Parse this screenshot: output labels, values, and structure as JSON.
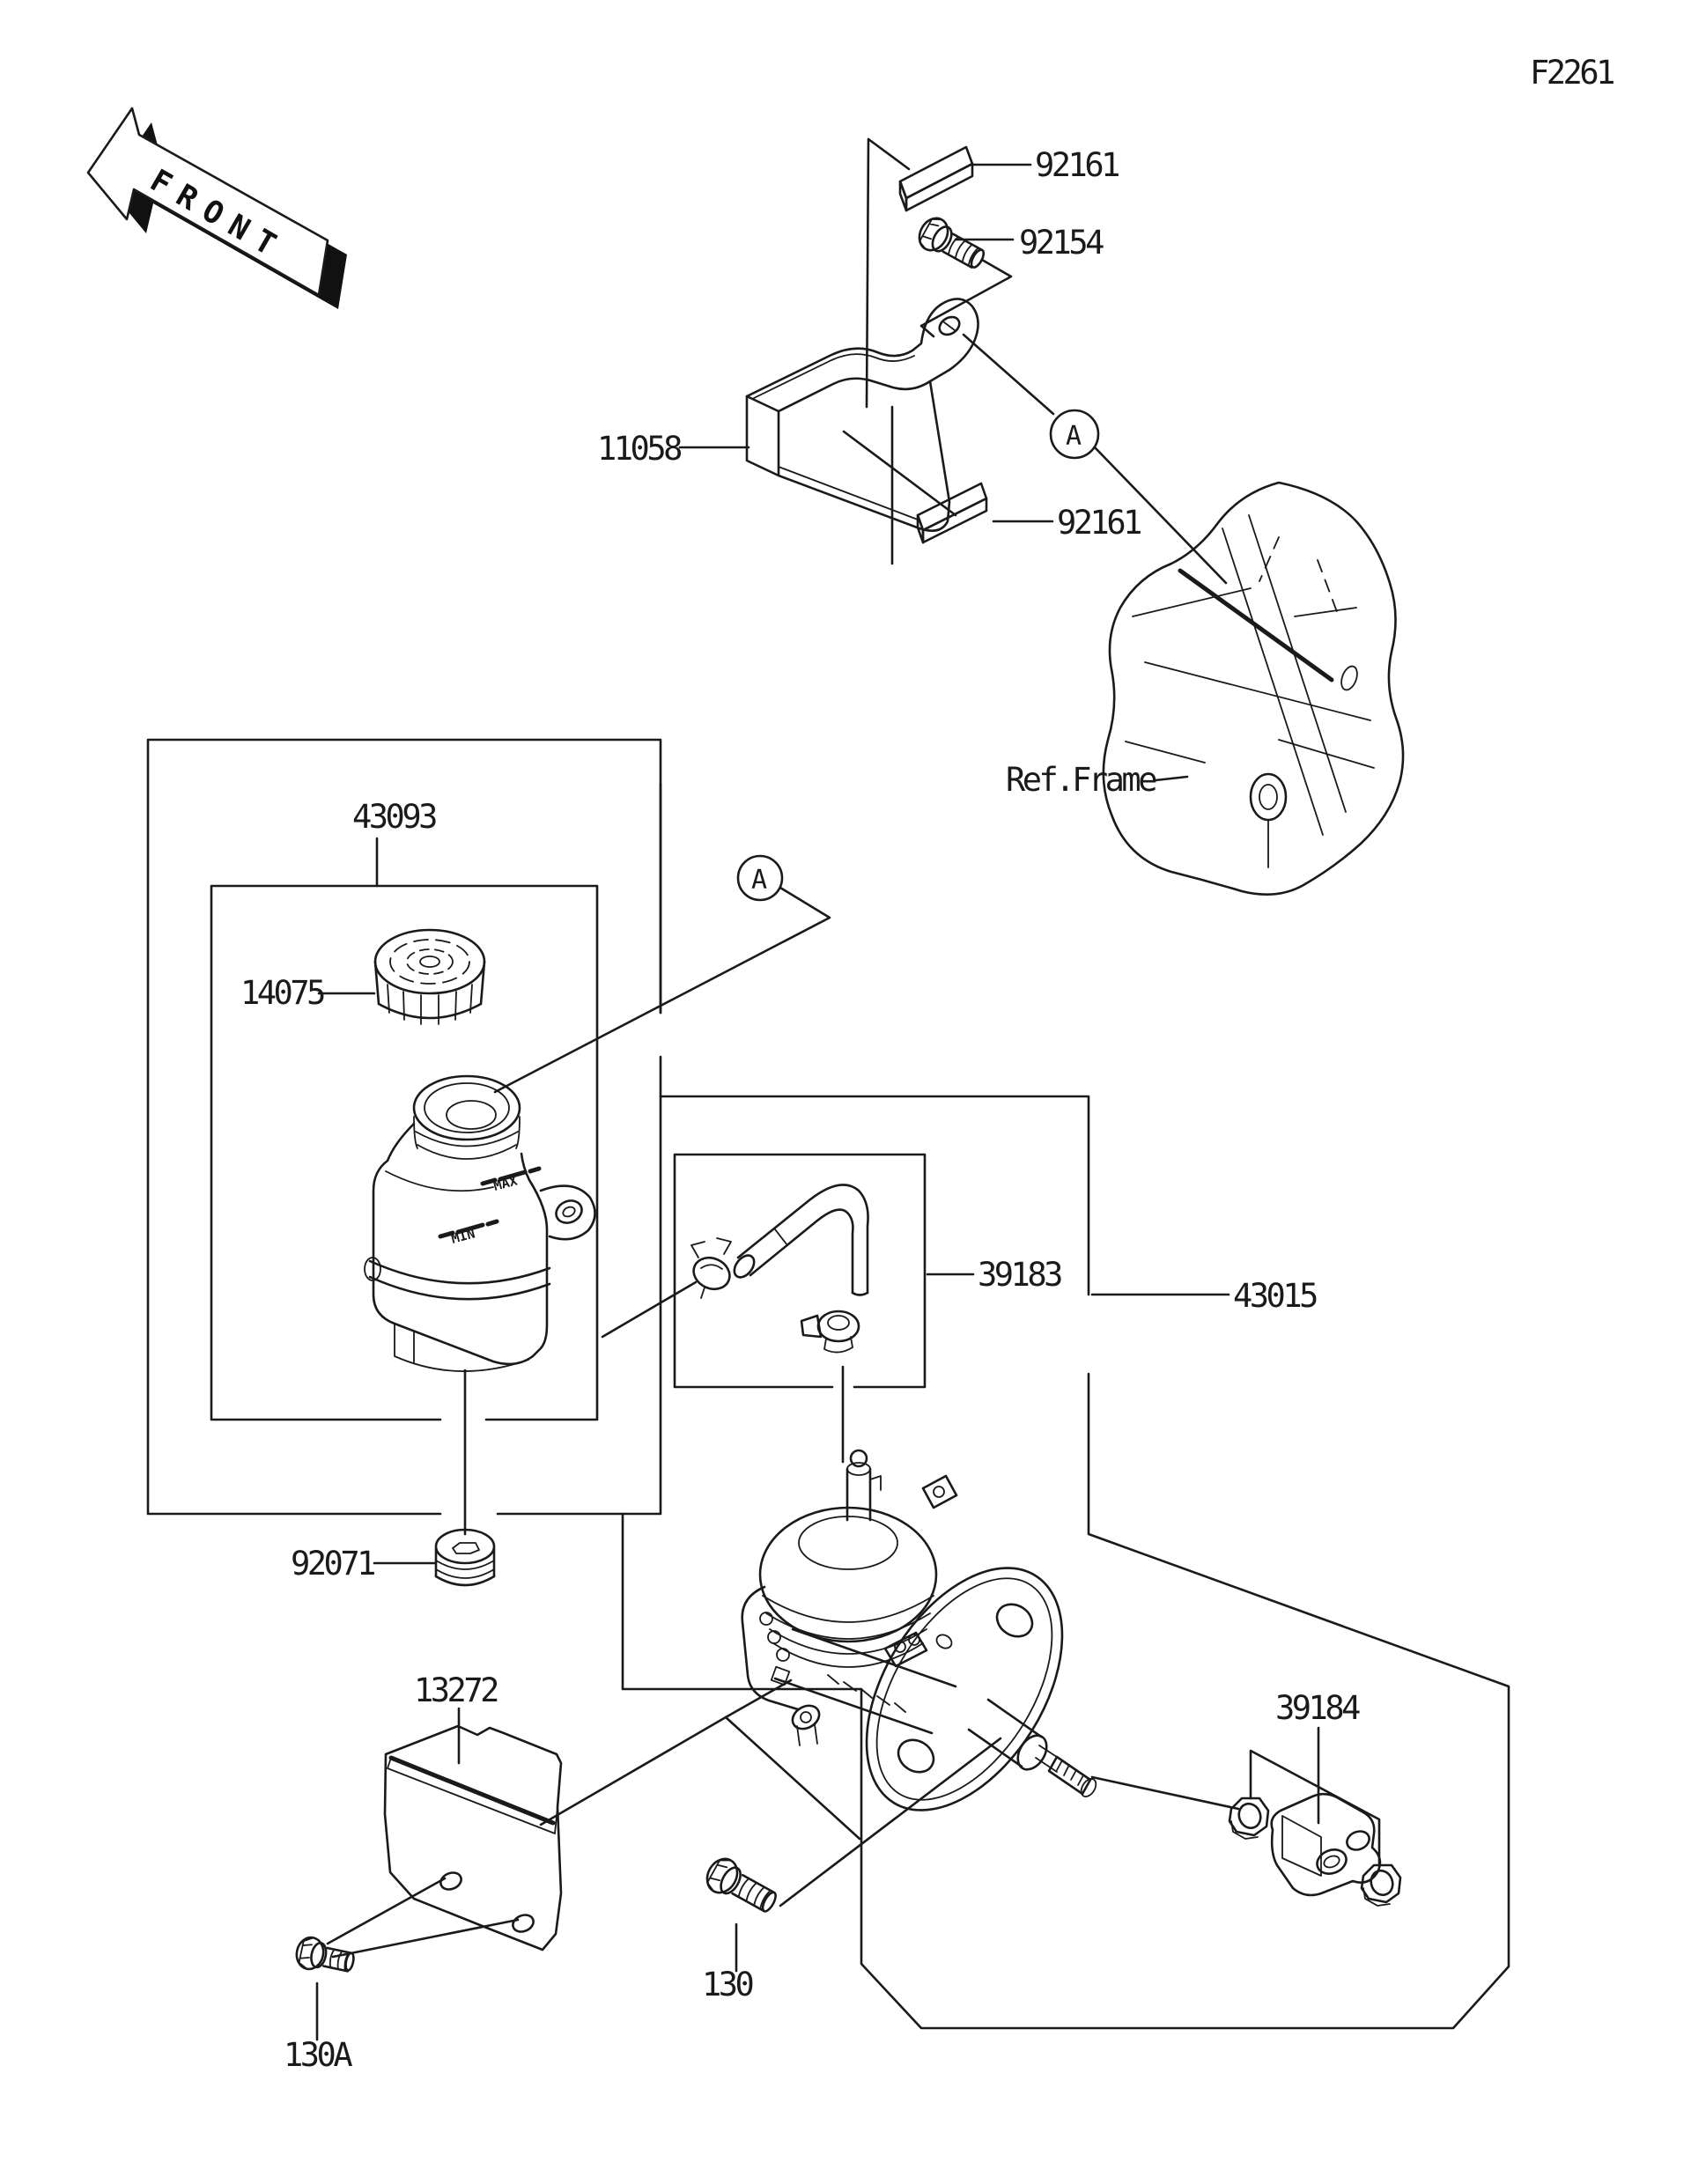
{
  "figure_code": "F2261",
  "front_arrow": {
    "label": "FRONT"
  },
  "callouts": [
    {
      "id": "detail-a-upper",
      "label": "A"
    },
    {
      "id": "detail-a-lower",
      "label": "A"
    }
  ],
  "part_labels": [
    {
      "id": "92161-top",
      "text": "92161"
    },
    {
      "id": "92154",
      "text": "92154"
    },
    {
      "id": "11058",
      "text": "11058"
    },
    {
      "id": "92161-mid",
      "text": "92161"
    },
    {
      "id": "ref-frame",
      "text": "Ref.Frame"
    },
    {
      "id": "43093",
      "text": "43093"
    },
    {
      "id": "14075",
      "text": "14075"
    },
    {
      "id": "39183",
      "text": "39183"
    },
    {
      "id": "43015",
      "text": "43015"
    },
    {
      "id": "92071",
      "text": "92071"
    },
    {
      "id": "13272",
      "text": "13272"
    },
    {
      "id": "39184",
      "text": "39184"
    },
    {
      "id": "130",
      "text": "130"
    },
    {
      "id": "130A",
      "text": "130A"
    }
  ],
  "reservoir_markings": {
    "max": "MAX",
    "min": "MIN"
  },
  "colors": {
    "line": "#1a1a1a",
    "background": "#ffffff"
  }
}
